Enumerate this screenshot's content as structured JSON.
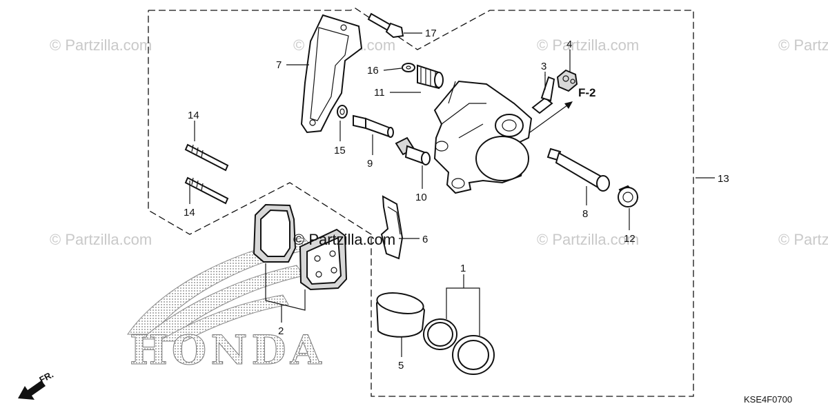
{
  "watermark_text": "© Partzilla.com",
  "brand_text": "HONDA",
  "direction_label": "FR.",
  "drawing_code": "KSE4F0700",
  "reference_label": "F-2",
  "callouts": [
    {
      "id": "c1",
      "label": "1"
    },
    {
      "id": "c2",
      "label": "2"
    },
    {
      "id": "c3",
      "label": "3"
    },
    {
      "id": "c4",
      "label": "4"
    },
    {
      "id": "c5",
      "label": "5"
    },
    {
      "id": "c6",
      "label": "6"
    },
    {
      "id": "c7",
      "label": "7"
    },
    {
      "id": "c8",
      "label": "8"
    },
    {
      "id": "c9",
      "label": "9"
    },
    {
      "id": "c10",
      "label": "10"
    },
    {
      "id": "c11",
      "label": "11"
    },
    {
      "id": "c12",
      "label": "12"
    },
    {
      "id": "c13",
      "label": "13"
    },
    {
      "id": "c14a",
      "label": "14"
    },
    {
      "id": "c14b",
      "label": "14"
    },
    {
      "id": "c15",
      "label": "15"
    },
    {
      "id": "c16",
      "label": "16"
    },
    {
      "id": "c17",
      "label": "17"
    }
  ]
}
